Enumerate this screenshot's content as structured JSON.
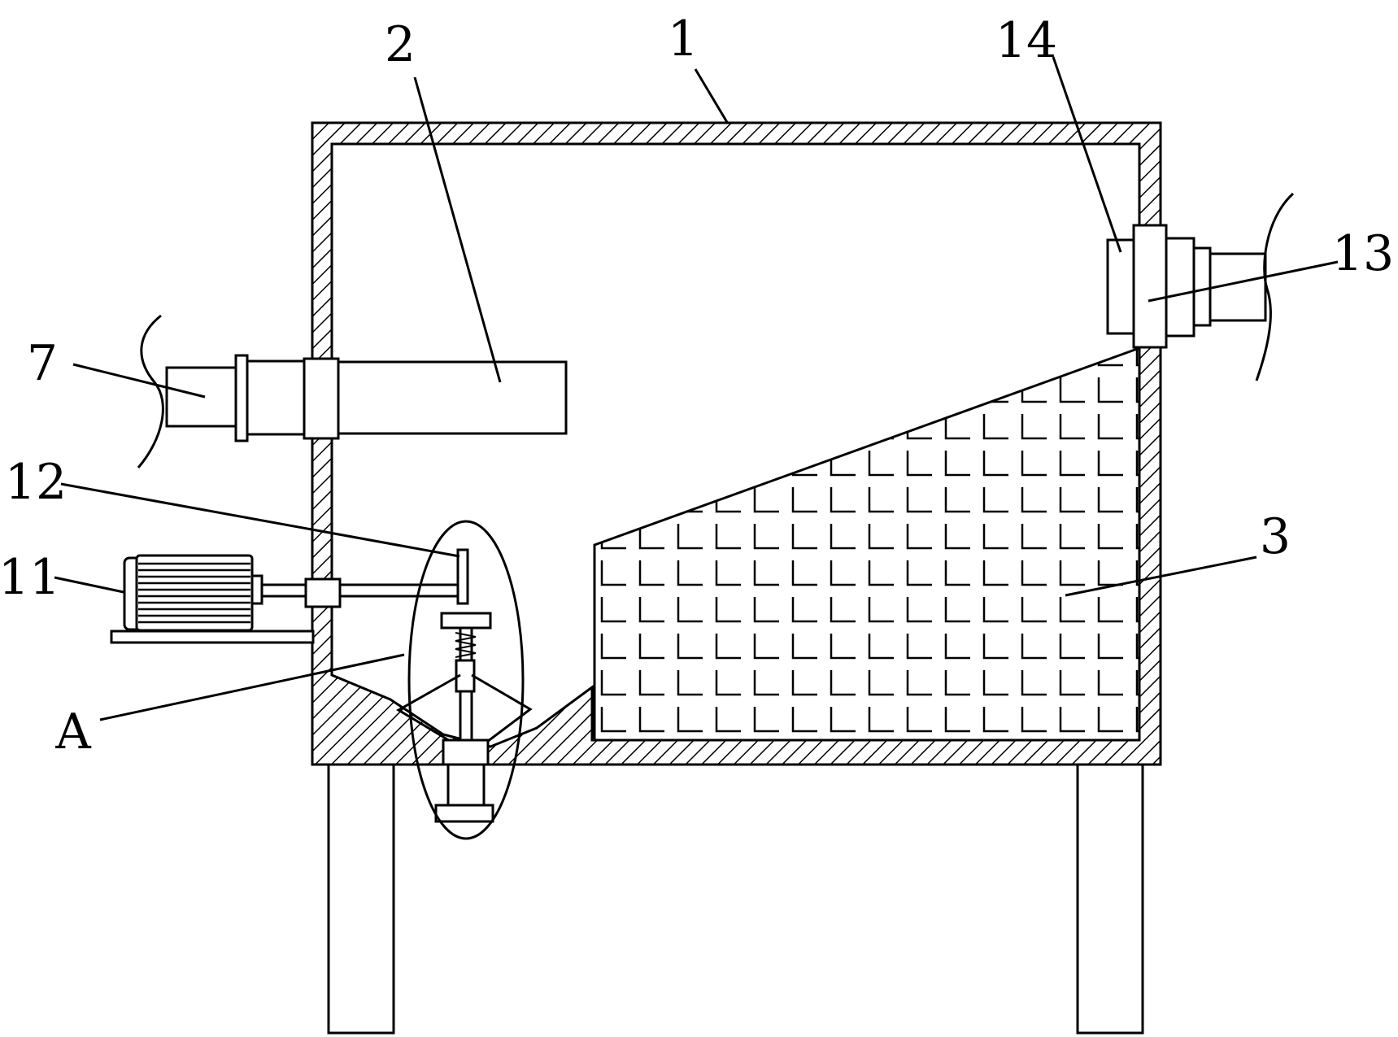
{
  "labels": {
    "housing": "1",
    "inlet_pipe": "2",
    "filter_screen": "3",
    "feed_pipe": "7",
    "motor": "11",
    "shaft": "12",
    "outlet": "13",
    "valve": "14",
    "detail": "A"
  },
  "colors": {
    "line": "#000000",
    "background": "#ffffff"
  },
  "icons": [
    "hatch-pattern",
    "grid-pattern"
  ]
}
